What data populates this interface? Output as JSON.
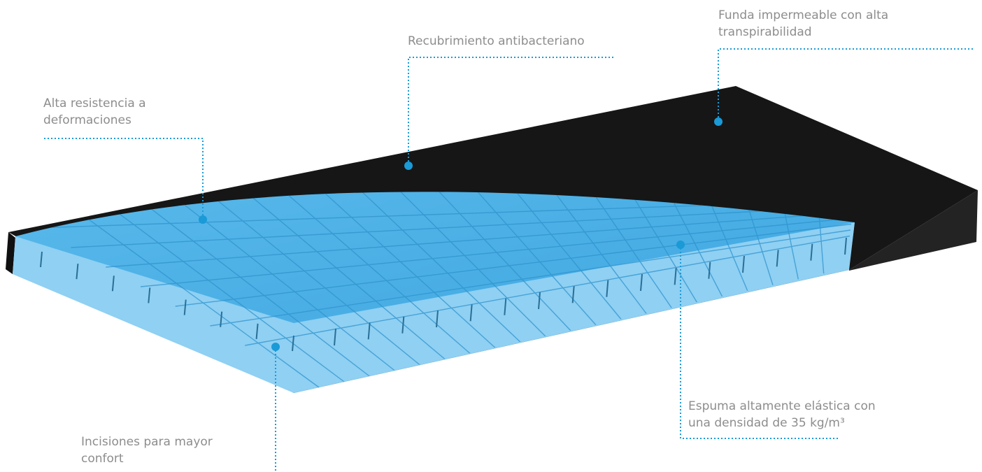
{
  "annotations": [
    {
      "id": "funda",
      "line1": "Funda impermeable con alta",
      "line2": "transpirabilidad"
    },
    {
      "id": "recubrimiento",
      "line1": "Recubrimiento antibacteriano",
      "line2": ""
    },
    {
      "id": "resistencia",
      "line1": "Alta resistencia a",
      "line2": "deformaciones"
    },
    {
      "id": "espuma",
      "line1": "Espuma altamente elástica con",
      "line2": "una densidad de 35 kg/m³"
    },
    {
      "id": "incisiones",
      "line1": "Incisiones para mayor",
      "line2": "confort"
    }
  ],
  "colors": {
    "accent": "#1a9ad6",
    "label": "#8d8d8d",
    "cover_top": "#161616",
    "cover_side": "#1f1f1f",
    "foam_top": "#4fb1e6",
    "foam_side": "#8fd0f3"
  }
}
